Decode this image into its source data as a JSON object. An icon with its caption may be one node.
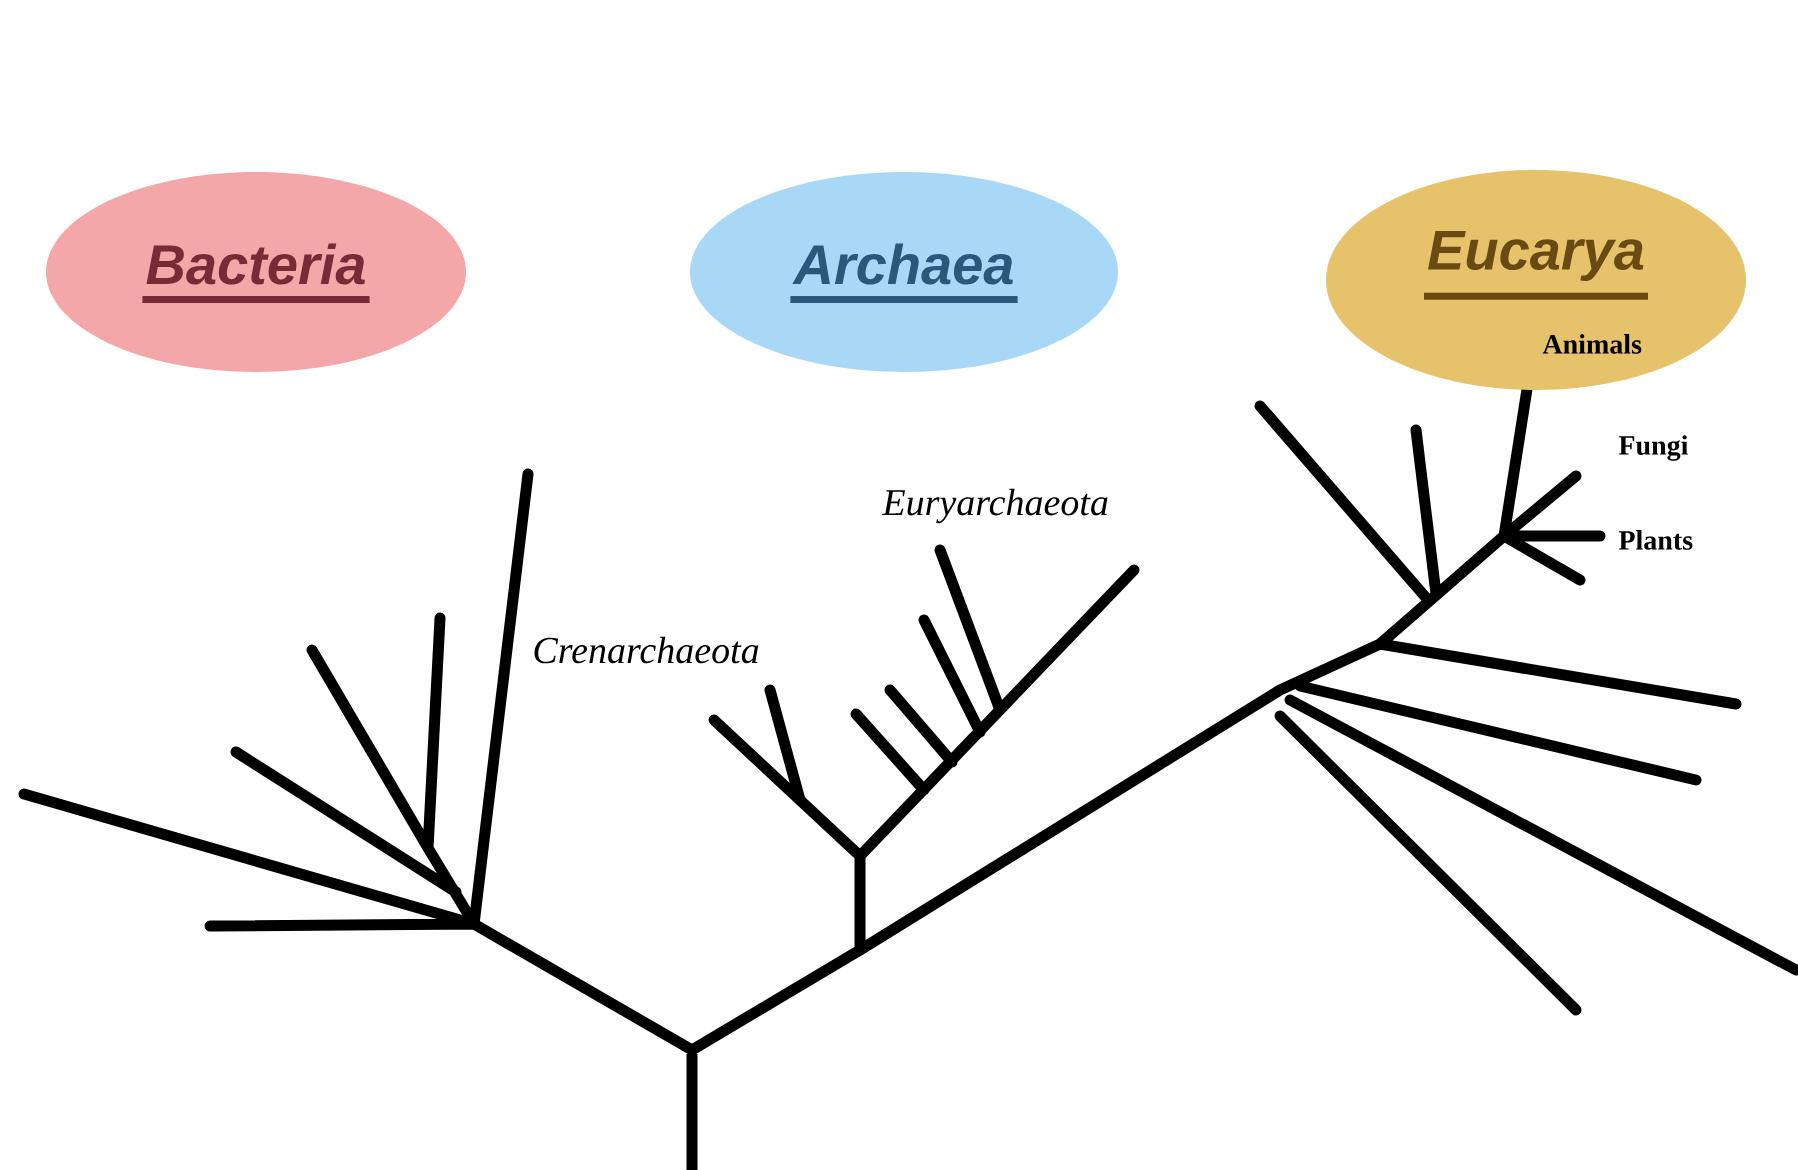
{
  "diagram": {
    "nodes": [
      {
        "text": [
          "Bacteria"
        ]
      },
      {
        "text": [
          "Archaea"
        ]
      },
      {
        "text": [
          "Eucarya"
        ]
      }
    ],
    "labels": [
      "Crenarchaeota",
      "Euryarchaeota",
      "Animals",
      "Fungi",
      "Plants"
    ]
  }
}
